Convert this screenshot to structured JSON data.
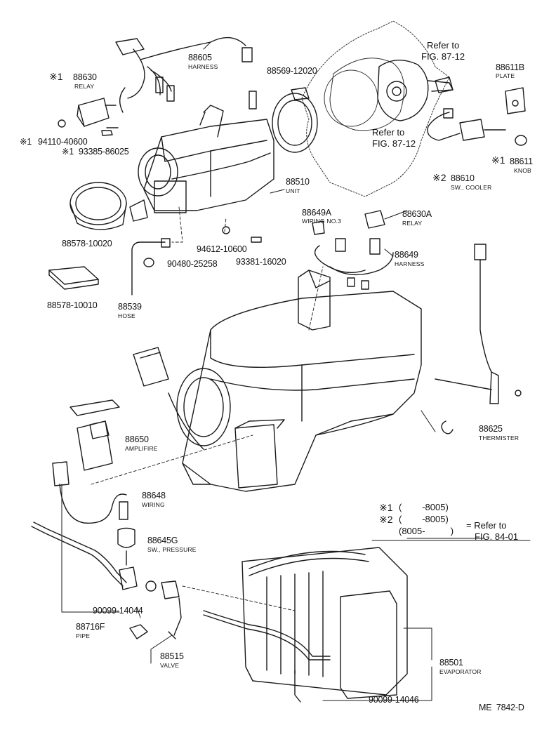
{
  "parts": [
    {
      "number": "88605",
      "name": "HARNESS"
    },
    {
      "number": "88630",
      "name": "RELAY",
      "mark": "※1"
    },
    {
      "number": "94110-40600",
      "mark": "※1"
    },
    {
      "number": "93385-86025",
      "mark": "※1"
    },
    {
      "number": "88569-12020"
    },
    {
      "number": "88611B",
      "name": "PLATE"
    },
    {
      "number": "88611",
      "name": "KNOB",
      "mark": "※1"
    },
    {
      "number": "88610",
      "name": "SW., COOLER",
      "mark": "※2"
    },
    {
      "number": "88510",
      "name": "UNIT"
    },
    {
      "number": "88578-10020"
    },
    {
      "number": "88649A",
      "name": "WIRING NO.3"
    },
    {
      "number": "88630A",
      "name": "RELAY"
    },
    {
      "number": "88649",
      "name": "HARNESS"
    },
    {
      "number": "94612-10600"
    },
    {
      "number": "93381-16020"
    },
    {
      "number": "90480-25258"
    },
    {
      "number": "88578-10010"
    },
    {
      "number": "88539",
      "name": "HOSE"
    },
    {
      "number": "88650",
      "name": "AMPLIFIRE"
    },
    {
      "number": "88625",
      "name": "THERMISTER"
    },
    {
      "number": "88648",
      "name": "WIRING"
    },
    {
      "number": "88645G",
      "name": "SW., PRESSURE"
    },
    {
      "number": "90099-14044"
    },
    {
      "number": "88716F",
      "name": "PIPE"
    },
    {
      "number": "88515",
      "name": "VALVE"
    },
    {
      "number": "88501",
      "name": "EVAPORATOR"
    },
    {
      "number": "90099-14046"
    }
  ],
  "references": [
    {
      "line1": "Refer to",
      "line2": "FIG. 87-12"
    },
    {
      "line1": "Refer to",
      "line2": "FIG. 87-12"
    }
  ],
  "legend": {
    "row1": {
      "mark": "※1",
      "text": "(        -8005)"
    },
    "row2": {
      "mark": "※2",
      "text": "(        -8005)"
    },
    "row3": {
      "text": "(8005-          )"
    },
    "refer_line1": "= Refer to",
    "refer_line2": "FIG. 84-01"
  },
  "footer": {
    "code": "ME  7842-D"
  }
}
